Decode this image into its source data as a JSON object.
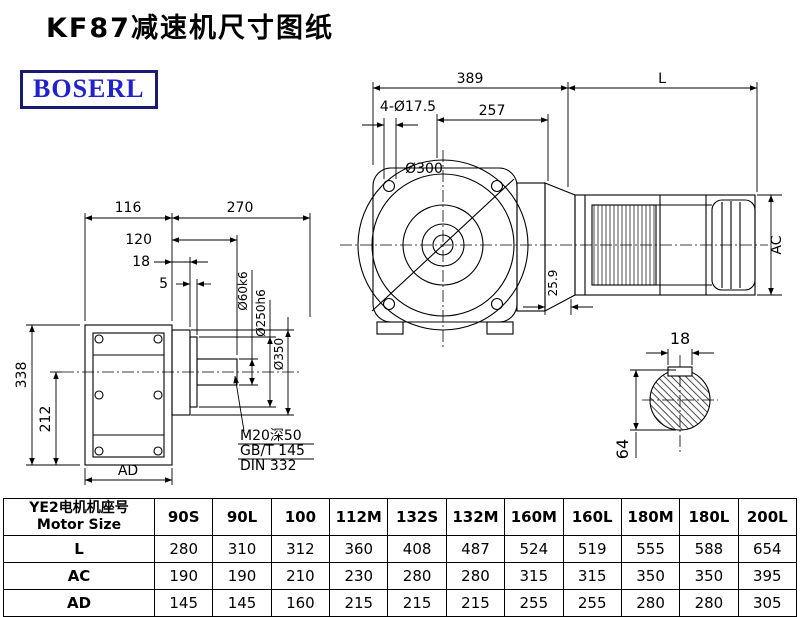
{
  "page": {
    "title": "KF87减速机尺寸图纸",
    "logo": "BOSERL",
    "logo_color": "#2222cc"
  },
  "drawing": {
    "dims": {
      "w389": "389",
      "len_l": "L",
      "w257": "257",
      "holes": "4-Ø17.5",
      "flange": "Ø300",
      "w116": "116",
      "w270": "270",
      "w120": "120",
      "t18": "18",
      "t5": "5",
      "h338": "338",
      "h212": "212",
      "ad": "AD",
      "shaft_d": "Ø60k6",
      "spigot_d": "Ø250h6",
      "flange_d": "Ø350",
      "ac": "AC",
      "g259": "25.9",
      "key18": "18",
      "d64": "64"
    },
    "notes": {
      "m20": "M20深50",
      "gbt": "GB/T 145",
      "din": "DIN 332"
    }
  },
  "table": {
    "header_cn": "YE2电机机座号",
    "header_en": "Motor Size",
    "columns": [
      "90S",
      "90L",
      "100",
      "112M",
      "132S",
      "132M",
      "160M",
      "160L",
      "180M",
      "180L",
      "200L"
    ],
    "rows": [
      {
        "label": "L",
        "values": [
          280,
          310,
          312,
          360,
          408,
          487,
          524,
          519,
          555,
          588,
          654
        ]
      },
      {
        "label": "AC",
        "values": [
          190,
          190,
          210,
          230,
          280,
          280,
          315,
          315,
          350,
          350,
          395
        ]
      },
      {
        "label": "AD",
        "values": [
          145,
          145,
          160,
          215,
          215,
          215,
          255,
          255,
          280,
          280,
          305
        ]
      }
    ]
  }
}
